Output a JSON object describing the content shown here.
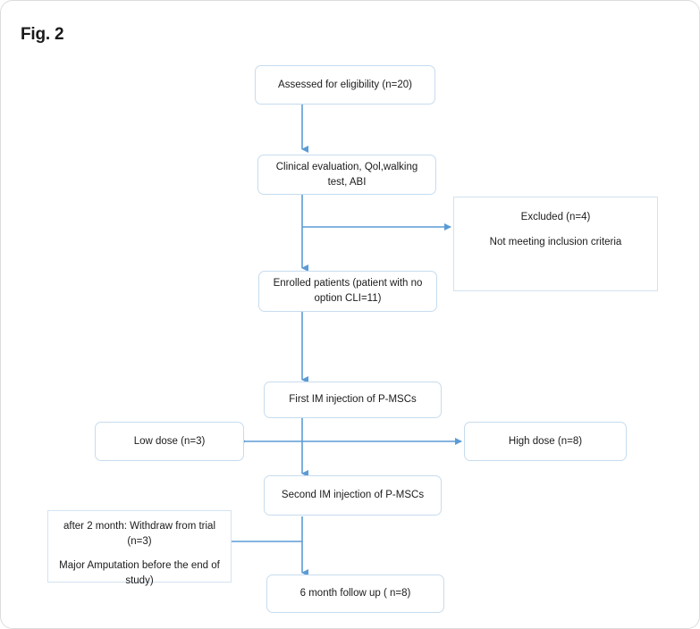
{
  "figure": {
    "label": "Fig. 2",
    "accent_color": "#5b9bd5",
    "box_border_color": "#c7dcee",
    "frame_border_color": "#dcdcdc",
    "text_color": "#1b1b1b"
  },
  "nodes": {
    "assessed": {
      "text": "Assessed for eligibility (n=20)"
    },
    "clinical": {
      "text": "Clinical evaluation, Qol,walking test, ABI"
    },
    "excluded": {
      "line1": "Excluded (n=4)",
      "line2": "Not meeting inclusion criteria"
    },
    "enrolled": {
      "text": "Enrolled patients (patient with no option CLI=11)"
    },
    "first_injection": {
      "text": "First IM injection of P-MSCs"
    },
    "low_dose": {
      "text": "Low dose (n=3)"
    },
    "high_dose": {
      "text": "High dose (n=8)"
    },
    "second_injection": {
      "text": "Second IM injection of P-MSCs"
    },
    "withdraw": {
      "line1": "after 2 month: Withdraw from trial (n=3)",
      "line2": "Major Amputation before the end of study)"
    },
    "follow_up": {
      "text": "6 month follow up ( n=8)"
    }
  },
  "edges": [
    {
      "name": "assessed-to-clinical",
      "kind": "arrow-down"
    },
    {
      "name": "clinical-to-enrolled",
      "kind": "arrow-down"
    },
    {
      "name": "clinical-to-excluded",
      "kind": "arrow-right"
    },
    {
      "name": "enrolled-to-first-injection",
      "kind": "arrow-down"
    },
    {
      "name": "first-injection-to-low-dose",
      "kind": "arrow-left"
    },
    {
      "name": "first-injection-to-high-dose",
      "kind": "arrow-right"
    },
    {
      "name": "first-injection-to-second-injection",
      "kind": "arrow-down"
    },
    {
      "name": "second-injection-to-withdraw",
      "kind": "arrow-left"
    },
    {
      "name": "second-injection-to-follow-up",
      "kind": "arrow-down"
    }
  ]
}
